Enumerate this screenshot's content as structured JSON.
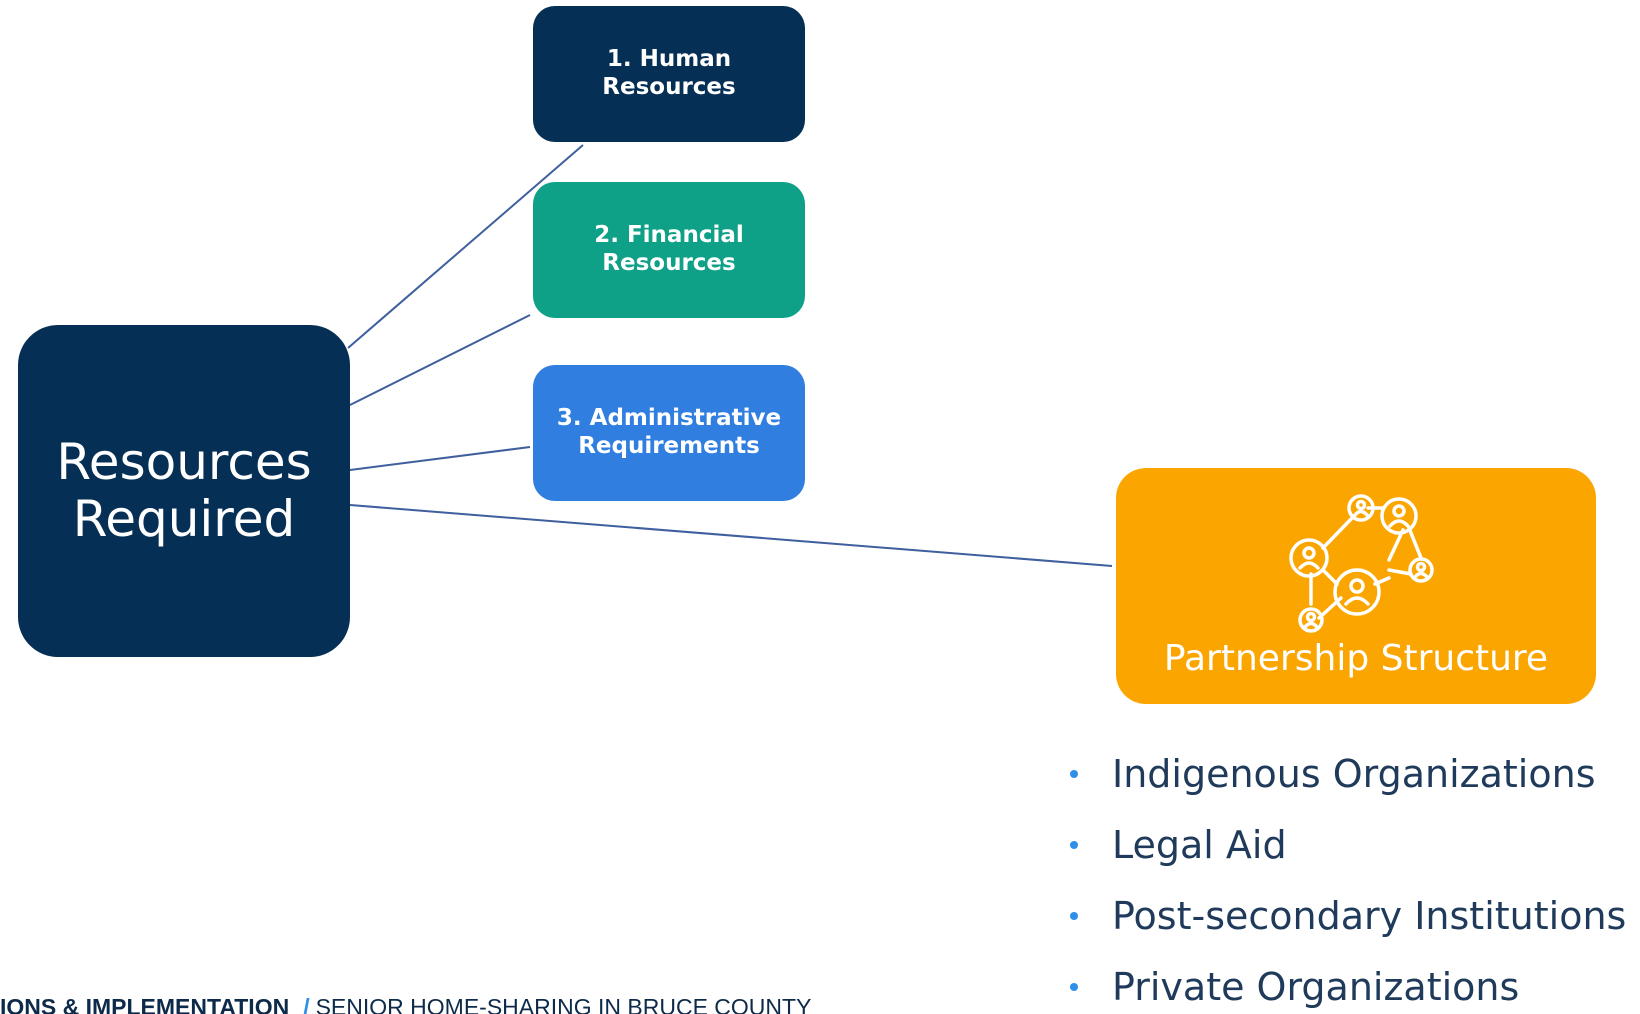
{
  "central": {
    "line1": "Resources",
    "line2": "Required"
  },
  "resources": [
    {
      "line1": "1. Human",
      "line2": "Resources",
      "color": "#052f54"
    },
    {
      "line1": "2. Financial",
      "line2": "Resources",
      "color": "#0fa187"
    },
    {
      "line1": "3. Administrative",
      "line2": "Requirements",
      "color": "#2f7ee0"
    }
  ],
  "partnership": {
    "title": "Partnership Structure",
    "icon": "people-network-icon",
    "color": "#fba500"
  },
  "partners": [
    "Indigenous Organizations",
    "Legal Aid",
    "Post-secondary Institutions",
    "Private Organizations"
  ],
  "footer": {
    "section": "IONS & IMPLEMENTATION",
    "separator": "/",
    "title": "SENIOR HOME-SHARING IN BRUCE COUNTY"
  }
}
